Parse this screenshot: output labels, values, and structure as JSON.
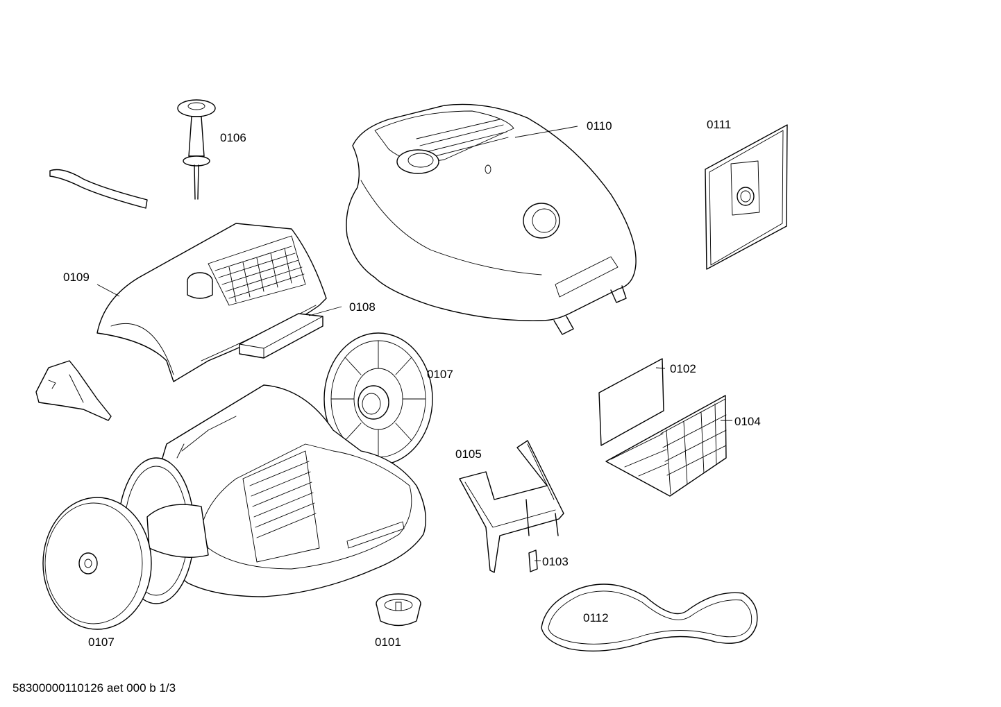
{
  "diagram": {
    "labels": {
      "p0101": "0101",
      "p0102": "0102",
      "p0103": "0103",
      "p0104": "0104",
      "p0105": "0105",
      "p0106": "0106",
      "p0107_wheel_right": "0107",
      "p0107_wheel_left": "0107",
      "p0108": "0108",
      "p0109": "0109",
      "p0110": "0110",
      "p0111": "0111",
      "p0112": "0112"
    },
    "footer": "58300000110126 aet 000 b 1/3"
  },
  "colors": {
    "line": "#000000",
    "background": "#ffffff"
  }
}
